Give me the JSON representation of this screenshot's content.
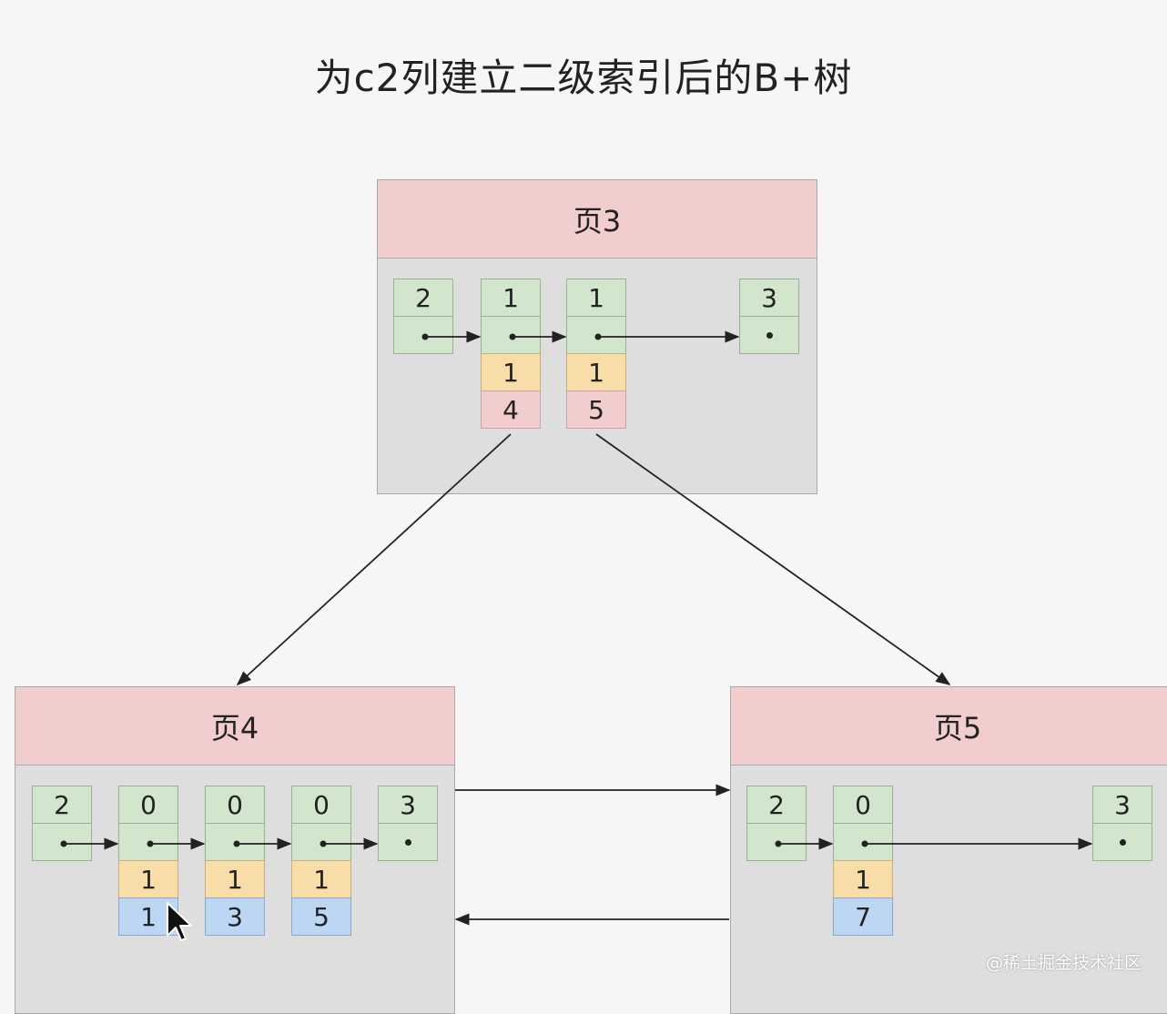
{
  "title": "为c2列建立二级索引后的B+树",
  "pages": {
    "p3": {
      "label": "页3",
      "records": [
        {
          "c2": "2"
        },
        {
          "c2": "1",
          "c1": "1",
          "id": "4"
        },
        {
          "c2": "1",
          "c1": "1",
          "id": "5"
        },
        {
          "c2": "3"
        }
      ]
    },
    "p4": {
      "label": "页4",
      "records": [
        {
          "c2": "2"
        },
        {
          "c2": "0",
          "c1": "1",
          "id": "1"
        },
        {
          "c2": "0",
          "c1": "1",
          "id": "3"
        },
        {
          "c2": "0",
          "c1": "1",
          "id": "5"
        },
        {
          "c2": "3"
        }
      ]
    },
    "p5": {
      "label": "页5",
      "records": [
        {
          "c2": "2"
        },
        {
          "c2": "0",
          "c1": "1",
          "id": "7"
        },
        {
          "c2": "3"
        }
      ]
    }
  },
  "colors": {
    "page_header": "#f2cdcd",
    "page_body": "#dedede",
    "record_green": "#d2e6cd",
    "record_orange": "#f8dda8",
    "record_pink": "#f2cdcd",
    "record_blue": "#bdd6f4"
  },
  "watermark": "@稀土掘金技术社区"
}
